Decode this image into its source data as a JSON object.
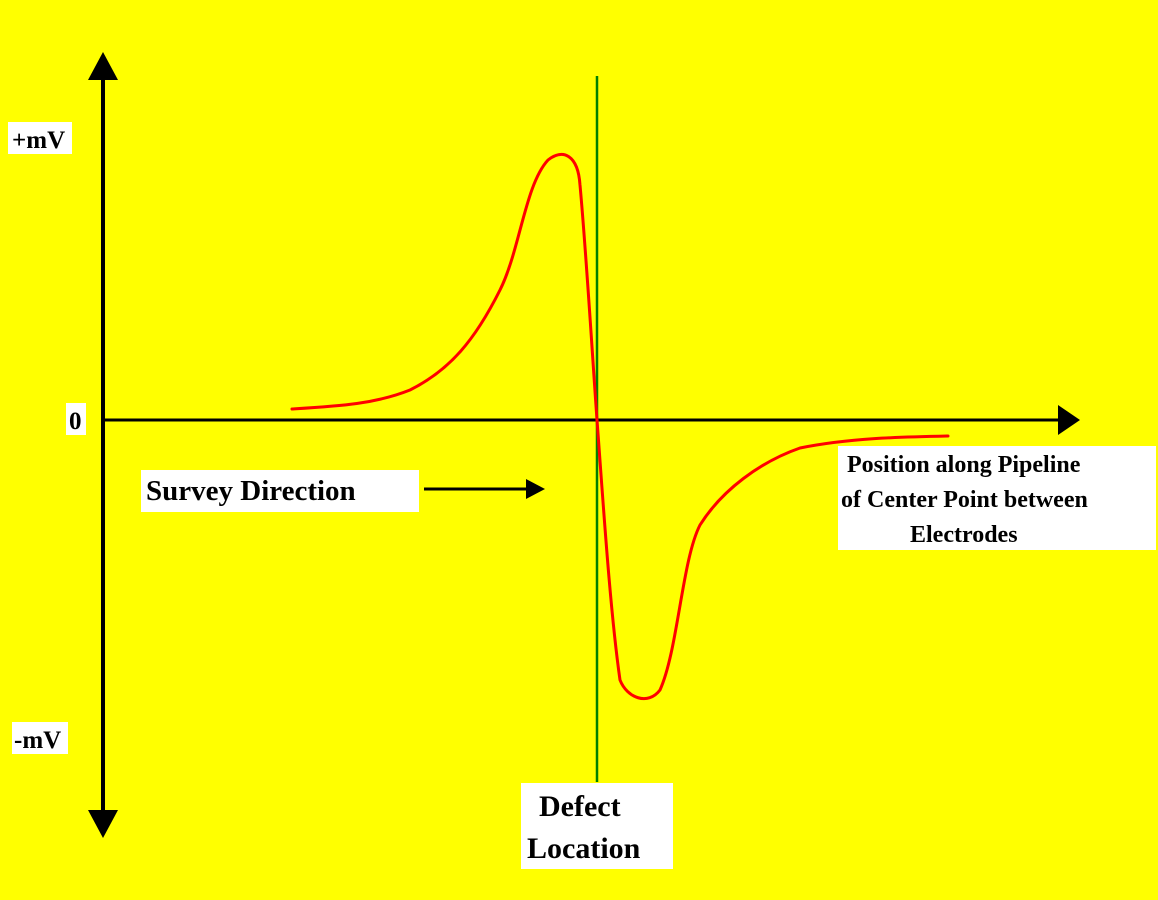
{
  "diagram": {
    "background_color": "#ffff00",
    "axis_color": "#000000",
    "curve_color": "#ff0000",
    "marker_line_color": "#008000",
    "label_bg_color": "#ffffff",
    "labels": {
      "y_positive": "+mV",
      "y_zero": "0",
      "y_negative": "-mV",
      "x_axis_line1": "Position along Pipeline",
      "x_axis_line2": "of Center Point between",
      "x_axis_line3": "Electrodes",
      "survey_direction": "Survey Direction",
      "defect_line1": "Defect",
      "defect_line2": "Location"
    },
    "icons": {
      "y_axis_up": "arrow-up-icon",
      "y_axis_down": "arrow-down-icon",
      "x_axis_right": "arrow-right-icon",
      "survey_direction": "arrow-right-icon"
    }
  }
}
